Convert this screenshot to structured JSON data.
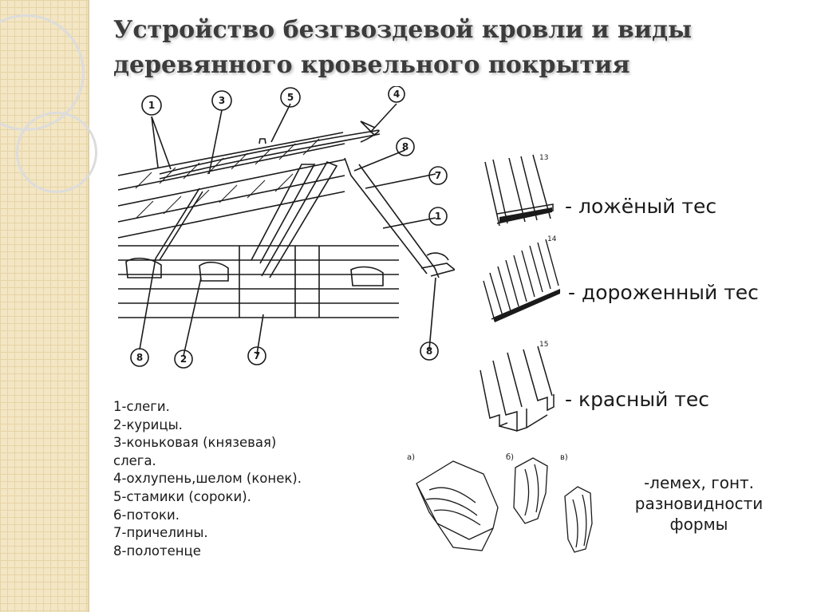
{
  "title": {
    "line1": "Устройство безгвоздевой кровли и виды",
    "line2": "деревянного кровельного покрытия"
  },
  "roof_callouts": [
    "1",
    "3",
    "5",
    "4",
    "8",
    "7",
    "1",
    "8",
    "2",
    "7",
    "8"
  ],
  "legend": [
    "1-слеги.",
    "2-курицы.",
    "3-коньковая (князевая)",
    "слега.",
    "4-охлупень,шелом (конек).",
    "5-стамики (сороки).",
    "6-потоки.",
    "7-причелины.",
    "8-полотенце"
  ],
  "tes": [
    {
      "number": "13",
      "label": "- ложёный тес"
    },
    {
      "number": "14",
      "label": "- дороженный тес"
    },
    {
      "number": "15",
      "label": "- красный тес"
    }
  ],
  "lemeh": {
    "variants": [
      "а)",
      "б)",
      "в)"
    ],
    "label_line1": "-лемех, гонт.",
    "label_line2": "разновидности",
    "label_line3": "формы"
  }
}
